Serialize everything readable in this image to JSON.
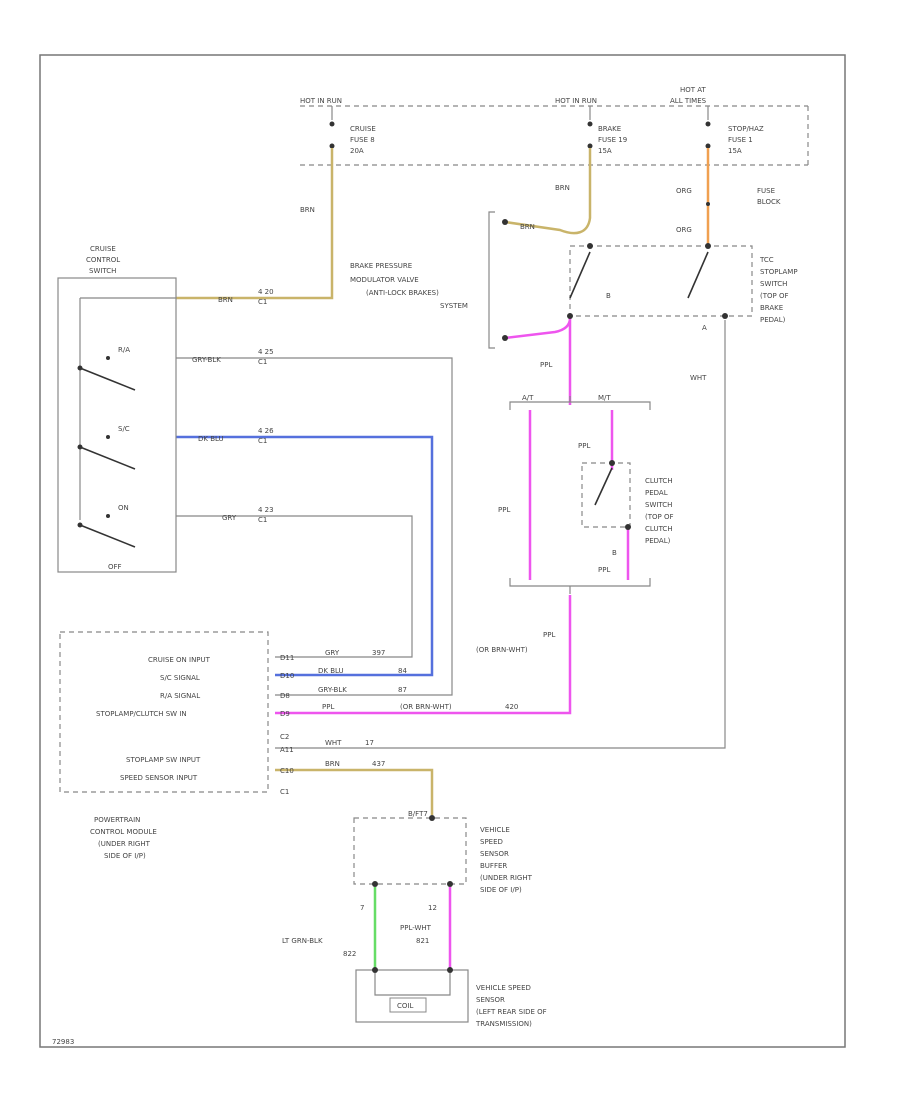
{
  "colors": {
    "brn": "#c9b46a",
    "ppl": "#ee55ee",
    "dkblu": "#5570dd",
    "gry": "#aaaaaa",
    "ltgrn": "#66dd66",
    "org": "#f0a050",
    "outline": "#888888"
  },
  "labels": {
    "hot_run_left": "HOT IN RUN",
    "cruise_fuse": [
      "CRUISE",
      "FUSE 8",
      "20A"
    ],
    "hot_run_mid": "HOT IN RUN",
    "brake_fuse": [
      "BRAKE",
      "FUSE 19",
      "15A"
    ],
    "hot_all_times": [
      "HOT AT",
      "ALL TIMES"
    ],
    "stoplamp_fuse": [
      "STOP/HAZ",
      "FUSE 1",
      "15A"
    ],
    "fuse_block": [
      "FUSE",
      "BLOCK"
    ],
    "brn_vertical": "BRN",
    "brn_top_mid": "BRN",
    "org_top": "ORG",
    "org_mid": "ORG",
    "brn_to_valve": "BRN",
    "cruise_switch": [
      "CRUISE",
      "CONTROL",
      "SWITCH"
    ],
    "brake_valve": [
      "BRAKE PRESSURE",
      "MODULATOR VALVE",
      "(ANTI-LOCK BRAKES)",
      "SYSTEM"
    ],
    "tcc_switch": [
      "TCC",
      "STOPLAMP",
      "SWITCH",
      "(TOP OF",
      "BRAKE",
      "PEDAL)"
    ],
    "sw_rs": "R/A",
    "sw_sc": "S/C",
    "sw_on": "ON",
    "sw_off": "OFF",
    "wire_brn_sw": "BRN",
    "wire_gry_blk": "GRY-BLK",
    "wire_dkblu": "DK BLU",
    "wire_gry": "GRY",
    "pin_brn_sw": [
      "4 20",
      "C1"
    ],
    "pin_rs_sw": [
      "4 25",
      "C1"
    ],
    "pin_sc_sw": [
      "4 26",
      "C1"
    ],
    "pin_on_sw": [
      "4 23",
      "C1"
    ],
    "wht_label": "WHT",
    "ppl_label": "PPL",
    "at_label": "A/T",
    "mt_label": "M/T",
    "clutch_switch": [
      "CLUTCH",
      "PEDAL",
      "SWITCH",
      "(TOP OF",
      "CLUTCH",
      "PEDAL)"
    ],
    "ppl_clutch_top": "PPL",
    "ppl_clutch_left": "PPL",
    "ppl_clutch_bottom": "PPL",
    "ppl_or_brn_wht": [
      "PPL",
      "(OR BRN-WHT)"
    ],
    "pcm_inputs": [
      "CRUISE ON INPUT",
      "S/C SIGNAL",
      "R/A SIGNAL",
      "STOPLAMP/CLUTCH SW IN",
      "STOPLAMP SW INPUT",
      "SPEED SENSOR INPUT"
    ],
    "pcm_pins": [
      "D11",
      "D10",
      "D8",
      "D9",
      "C2",
      "A11",
      "C10",
      "C1"
    ],
    "pcm_wires": [
      "GRY",
      "DK BLU",
      "GRY-BLK",
      "PPL",
      "WHT",
      "BRN"
    ],
    "pcm_circuits": [
      "397",
      "84",
      "87",
      "420",
      "17",
      "437"
    ],
    "or_brn_wht": "(OR BRN-WHT)",
    "pcm_label": [
      "POWERTRAIN",
      "CONTROL MODULE",
      "(UNDER RIGHT",
      "SIDE OF I/P)"
    ],
    "vss_buffer_pin": "B/FT7",
    "vss_buffer": [
      "VEHICLE",
      "SPEED",
      "SENSOR",
      "BUFFER",
      "(UNDER RIGHT",
      "SIDE OF I/P)"
    ],
    "vss_pin_a": "7",
    "vss_pin_b": "12",
    "lt_grn_blk": [
      "LT GRN-BLK",
      "822"
    ],
    "ppl_wht": [
      "PPL-WHT",
      "821"
    ],
    "vss_sensor": [
      "VEHICLE SPEED",
      "SENSOR",
      "(LEFT REAR SIDE OF",
      "TRANSMISSION)"
    ],
    "vss_coil": "COIL",
    "figure_id": "72983"
  }
}
